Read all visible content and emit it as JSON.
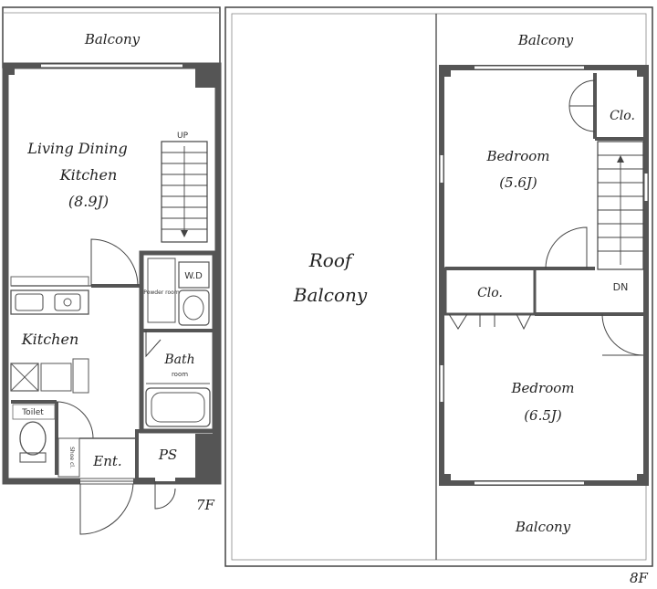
{
  "floor_7f": {
    "balcony": "Balcony",
    "ldk_line1": "Living Dining",
    "ldk_line2": "Kitchen",
    "ldk_size": "(8.9J)",
    "stairs_up": "UP",
    "kitchen": "Kitchen",
    "powder_room": "Powder room",
    "washer": "W.D",
    "bath": "Bath",
    "bath_sub": "room",
    "toilet": "Toilet",
    "shoe_cabinet": "Shoe cl.",
    "entrance": "Ent.",
    "ps": "PS",
    "floor_label": "7F"
  },
  "floor_8f": {
    "roof_line1": "Roof",
    "roof_line2": "Balcony",
    "balcony_top": "Balcony",
    "closet_top": "Clo.",
    "bedroom1": "Bedroom",
    "bedroom1_size": "(5.6J)",
    "closet_mid": "Clo.",
    "stairs_down": "DN",
    "bedroom2": "Bedroom",
    "bedroom2_size": "(6.5J)",
    "balcony_bottom": "Balcony",
    "floor_label": "8F"
  },
  "colors": {
    "wall": "#555555",
    "line": "#444444",
    "fixture": "#666666"
  }
}
